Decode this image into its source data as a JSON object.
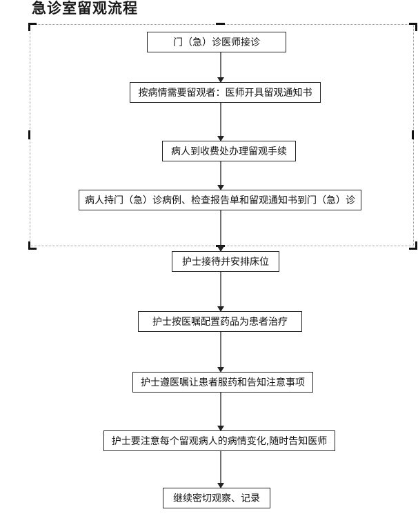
{
  "title": "急诊室留观流程",
  "steps": [
    "门（急）诊医师接诊",
    "按病情需要留观者：医师开具留观通知书",
    "病人到收费处办理留观手续",
    "病人持门（急）诊病例、检查报告单和留观通知书到门（急）诊",
    "护士接待并安排床位",
    "护士按医嘱配置药品为患者治疗",
    "护士遵医嘱让患者服药和告知注意事项",
    "护士要注意每个留观病人的病情变化,随时告知医师",
    "继续密切观察、记录"
  ],
  "colors": {
    "line": "#222222",
    "frame": "#9a9a9a"
  }
}
